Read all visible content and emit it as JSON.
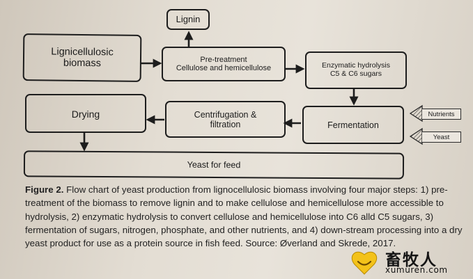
{
  "diagram": {
    "nodes": {
      "lignin": "Lignin",
      "biomass": [
        "Lignicellulosic",
        "biomass"
      ],
      "pretreatment": [
        "Pre-treatment",
        "Cellulose and hemicellulose"
      ],
      "hydrolysis": [
        "Enzymatic hydrolysis",
        "C5 & C6 sugars"
      ],
      "drying": "Drying",
      "centrifugation": [
        "Centrifugation &",
        "filtration"
      ],
      "fermentation": "Fermentation",
      "yeast_feed": "Yeast for feed"
    },
    "inputs": {
      "nutrients": "Nutrients",
      "yeast": "Yeast"
    }
  },
  "caption": {
    "figure_label": "Figure 2.",
    "text": " Flow chart of yeast production from lignocellulosic biomass involving four major steps: 1) pre-treatment of the biomass to remove lignin and to make cellulose and hemicellulose more accessible to hydrolysis, 2) enzymatic hydrolysis to convert cellulose and hemicellulose into C6 alld C5 sugars, 3) fermentation of sugars, nitrogen, phosphate, and other nutrients, and 4) down-stream processing into a dry yeast product for use as a protein source in fish feed. Source: Øverland and Skrede, 2017."
  },
  "watermark": {
    "brand": "畜牧人",
    "site": "xumuren.com"
  }
}
